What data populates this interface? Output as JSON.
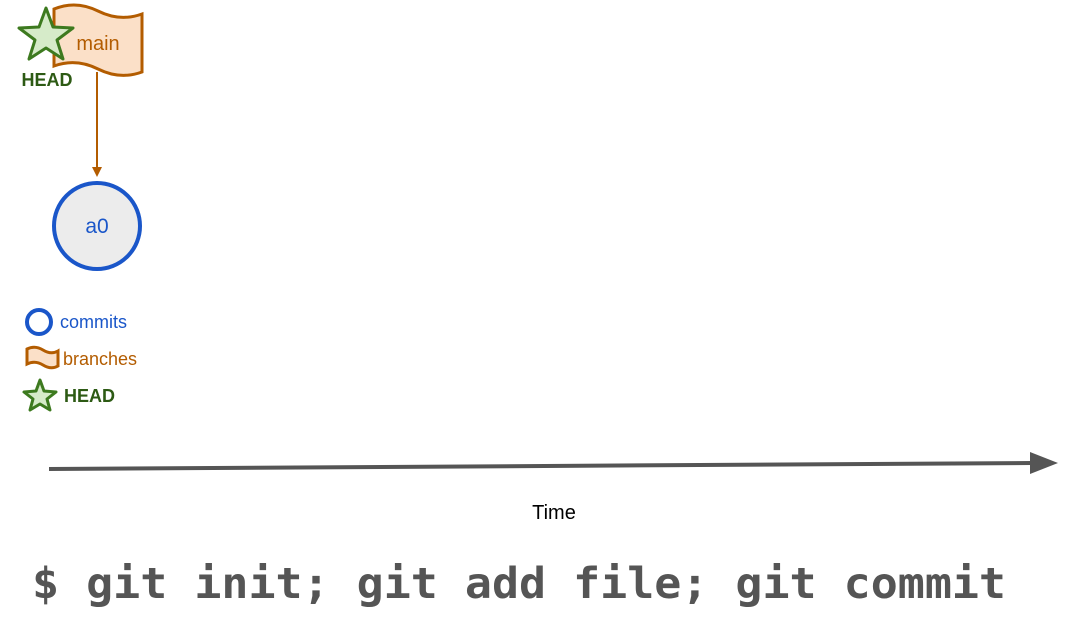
{
  "branch": {
    "name": "main"
  },
  "head": {
    "label": "HEAD"
  },
  "commit": {
    "id": "a0"
  },
  "legend": {
    "commits": "commits",
    "branches": "branches",
    "head": "HEAD"
  },
  "axis": {
    "label": "Time"
  },
  "command": {
    "text": "$ git init; git add file; git commit"
  },
  "colors": {
    "commit_stroke": "#1a56c9",
    "commit_fill": "#ececec",
    "branch_stroke": "#b35c00",
    "branch_fill": "#fbe0c8",
    "head_stroke": "#3d7a1f",
    "head_fill": "#d6ebc9",
    "axis": "#555555"
  }
}
